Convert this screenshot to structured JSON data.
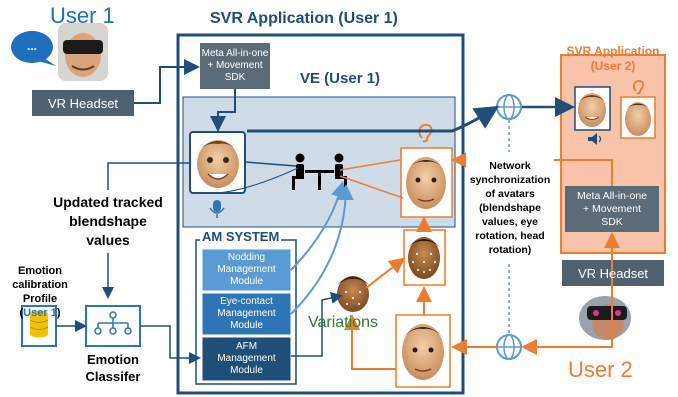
{
  "user1": {
    "label": "User 1",
    "speech": "..."
  },
  "user2": {
    "label": "User 2"
  },
  "svr_user1": {
    "title": "SVR Application (User 1)"
  },
  "svr_user2": {
    "title": "SVR Application\n(User 2)"
  },
  "headset_left": "VR Headset",
  "headset_right": "VR Headset",
  "sdk_left": "Meta All-in-one\n+ Movement\nSDK",
  "sdk_right": "Meta All-in-one\n+ Movement\nSDK",
  "ve_title": "VE (User 1)",
  "am_system": {
    "title": "AM SYSTEM",
    "modules": [
      "Nodding\nManagement\nModule",
      "Eye-contact\nManagement\nModule",
      "AFM\nManagement\nModule"
    ]
  },
  "updated_values": "Updated tracked\nblendshape\nvalues",
  "emotion_profile": {
    "line1": "Emotion\ncalibration\nProfile",
    "open": "(",
    "user": "User 1",
    "close": ")"
  },
  "classifier_label": "Emotion\nClassifer",
  "variations": "Variations",
  "network_sync": "Network\nsynchronization\nof avatars\n(blendshape\nvalues, eye\nrotation, head\nrotation)",
  "colors": {
    "navy": "#1f4e79",
    "ve_bg": "#cfdbe6",
    "svr2_border": "#ed7d31",
    "svr2_bg": "#f8c3a8",
    "orange": "#ed7d31",
    "green": "#2e7d32",
    "module1": "#5b9bd5",
    "module2": "#2e75b6",
    "module3": "#1f4e79"
  }
}
